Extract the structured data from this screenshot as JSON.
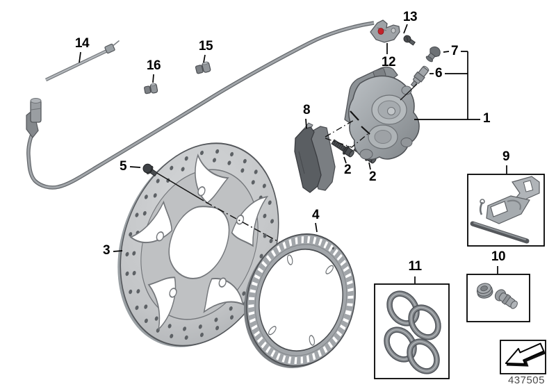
{
  "diagram": {
    "callouts": [
      {
        "number": "1"
      },
      {
        "number": "2"
      },
      {
        "number": "2"
      },
      {
        "number": "3"
      },
      {
        "number": "4"
      },
      {
        "number": "5"
      },
      {
        "number": "6"
      },
      {
        "number": "7"
      },
      {
        "number": "8"
      },
      {
        "number": "9"
      },
      {
        "number": "10"
      },
      {
        "number": "11"
      },
      {
        "number": "12"
      },
      {
        "number": "13"
      },
      {
        "number": "14"
      },
      {
        "number": "15"
      },
      {
        "number": "16"
      }
    ],
    "footer": {
      "image_number": "437505"
    },
    "legend_icon": {
      "name": "direction-arrow-icon",
      "glyph": "↙"
    },
    "colors": {
      "background": "#ffffff",
      "outline": "#000000",
      "metal_light": "#c8cacc",
      "metal_mid": "#9aa0a4",
      "metal_dark": "#55585c",
      "highlight_red": "#c4232a",
      "image_number_text": "#4a4a4a"
    }
  }
}
